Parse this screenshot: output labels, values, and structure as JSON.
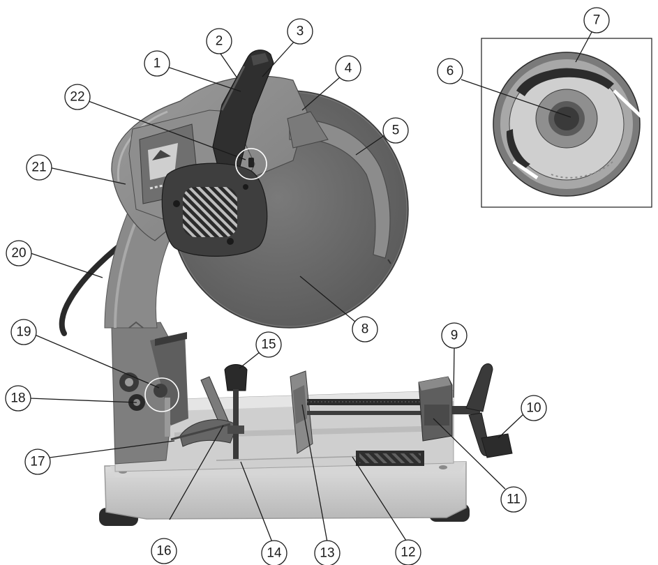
{
  "callouts": [
    {
      "id": "c1",
      "label": "1"
    },
    {
      "id": "c2",
      "label": "2"
    },
    {
      "id": "c3",
      "label": "3"
    },
    {
      "id": "c4",
      "label": "4"
    },
    {
      "id": "c5",
      "label": "5"
    },
    {
      "id": "c6",
      "label": "6"
    },
    {
      "id": "c7",
      "label": "7"
    },
    {
      "id": "c8",
      "label": "8"
    },
    {
      "id": "c9",
      "label": "9"
    },
    {
      "id": "c10",
      "label": "10"
    },
    {
      "id": "c11",
      "label": "11"
    },
    {
      "id": "c12",
      "label": "12"
    },
    {
      "id": "c13",
      "label": "13"
    },
    {
      "id": "c14",
      "label": "14"
    },
    {
      "id": "c15",
      "label": "15"
    },
    {
      "id": "c16",
      "label": "16"
    },
    {
      "id": "c17",
      "label": "17"
    },
    {
      "id": "c18",
      "label": "18"
    },
    {
      "id": "c19",
      "label": "19"
    },
    {
      "id": "c20",
      "label": "20"
    },
    {
      "id": "c21",
      "label": "21"
    },
    {
      "id": "c22",
      "label": "22"
    }
  ],
  "colors": {
    "background": "#ffffff",
    "metal_light": "#c9c9c9",
    "metal_mid": "#a6a6a6",
    "metal_dark": "#555555",
    "black": "#1c1c1c",
    "disc": "#6e6e6e",
    "outline": "#1a1a1a"
  }
}
